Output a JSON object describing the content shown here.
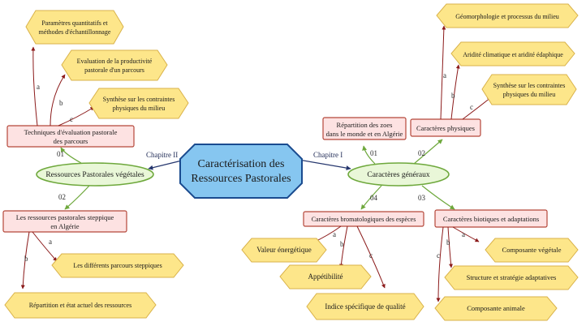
{
  "center": {
    "line1": "Caractérisation des",
    "line2": "Ressources Pastorales"
  },
  "chapters": {
    "left": "Chapitre II",
    "right": "Chapitre I"
  },
  "left": {
    "main": "Ressources Pastorales végétales",
    "branch01": {
      "num": "01",
      "line1": "Techniques d'évaluation pastorale",
      "line2": "des parcours"
    },
    "branch02": {
      "num": "02",
      "line1": "Les ressources pastorales steppique",
      "line2": "en Algérie"
    },
    "b01_items": [
      {
        "letter": "a",
        "line1": "Paramètres quantitatifs et",
        "line2": "méthodes d'échantillonnage"
      },
      {
        "letter": "b",
        "line1": "Evaluation de la productivité",
        "line2": "pastorale d'un parcours"
      },
      {
        "letter": "c",
        "line1": "Synthèse sur les contraintes",
        "line2": "physiques du milieu"
      }
    ],
    "b02_items": [
      {
        "letter": "a",
        "text": "Les différents parcours steppiques"
      },
      {
        "letter": "b",
        "text": "Répartition et état actuel des ressources"
      }
    ]
  },
  "right": {
    "main": "Caractères généraux",
    "branch01": {
      "num": "01",
      "line1": "Répartition des zoes",
      "line2": "dans le monde et en Algérie"
    },
    "branch02": {
      "num": "02",
      "text": "Caractères physiques"
    },
    "branch03": {
      "num": "03",
      "text": "Caractères biotiques et adaptations"
    },
    "branch04": {
      "num": "04",
      "text": "Caractères bromatologiques des espèces"
    },
    "physiques_items": [
      {
        "letter": "a",
        "text": "Géomorphologie et processus du milieu"
      },
      {
        "letter": "b",
        "text": "Aridité climatique et aridité édaphique"
      },
      {
        "letter": "c",
        "line1": "Synthèse sur les contraintes",
        "line2": "physiques du milieu"
      }
    ],
    "brom_items": [
      {
        "letter": "a",
        "text": "Valeur énergétique"
      },
      {
        "letter": "b",
        "text": "Appétibilité"
      },
      {
        "letter": "c",
        "text": "Indice spécifique de qualité"
      }
    ],
    "biotic_items": [
      {
        "letter": "a",
        "text": "Composante végétale"
      },
      {
        "letter": "b",
        "text": "Structure et stratégie adaptatives"
      },
      {
        "letter": "c",
        "text": "Composante animale"
      }
    ]
  }
}
